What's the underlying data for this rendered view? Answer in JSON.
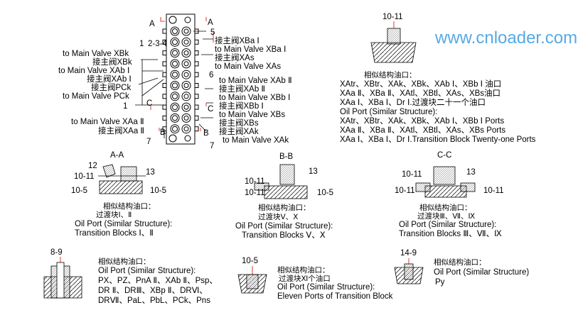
{
  "main_diagram": {
    "labels_left": [
      "to Main Valve XBk",
      "接主阀XBk",
      "to Main Valve XAb Ⅰ",
      "接主阀XAb Ⅰ",
      "接主阀PCk",
      "to Main Valve PCk",
      "to Main Valve XAa Ⅱ",
      "接主阀XAa Ⅱ"
    ],
    "labels_right": [
      "接主阀XBa Ⅰ",
      "to Main Valve XBa Ⅰ",
      "接主阀XAs",
      "to Main Valve XAs",
      "to Main Valve XAb Ⅱ",
      "接主阀XAb Ⅱ",
      "to Main Valve XBb Ⅰ",
      "接主阀XBb Ⅰ",
      "to Main Valve XBs",
      "接主阀XBs",
      "接主阀XAk",
      "to Main Valve XAk"
    ],
    "callouts": {
      "A": "A",
      "B": "B",
      "C": "C",
      "n1": "1",
      "n2": "2",
      "n3": "3",
      "n4": "4",
      "n234": "2-3-4",
      "n5": "5",
      "n6": "6",
      "n7": "7"
    }
  },
  "detail_10_11": {
    "label": "10-11",
    "cn_title": "相似结构油口：",
    "cn_lines": [
      "XAtr、XBtr、XAk、XBk、XAb Ⅰ、XBb Ⅰ 油口",
      "XAa Ⅱ、XBa Ⅱ、XAtl、XBtl、XAs、XBs油口",
      "XAa Ⅰ、XBa Ⅰ、Dr Ⅰ.过渡块二十一个油口"
    ],
    "en_title": "Oil Port (Similar Structure):",
    "en_lines": [
      "XAtr、XBtr、XAk、XBk、XAb Ⅰ、XBb Ⅰ  Ports",
      "XAa Ⅱ、XBa Ⅱ、XAtl、XBtl、XAs、XBs Ports",
      "XAa Ⅰ、XBa Ⅰ、Dr Ⅰ.Transition Block Twenty-one Ports"
    ]
  },
  "section_aa": {
    "title": "A-A",
    "l12": "12",
    "l1011": "10-11",
    "l13": "13",
    "l105a": "10-5",
    "l105b": "10-5",
    "cn1": "相似结构油口：",
    "cn2": "过渡块Ⅰ、Ⅱ",
    "en1": "Oil Port (Similar Structure):",
    "en2": "Transition Blocks  Ⅰ、Ⅱ"
  },
  "section_bb": {
    "title": "B-B",
    "l1011a": "10-11",
    "l1011b": "10-11",
    "l13": "13",
    "l105": "10-5",
    "cn1": "相似结构油口：",
    "cn2": "过渡块Ⅴ、Ⅹ",
    "en1": "Oil Port (Similar Structure):",
    "en2": "Transition Blocks  Ⅴ、Ⅹ"
  },
  "section_cc": {
    "title": "C-C",
    "l1011a": "10-11",
    "l1011b": "10-11",
    "l1011c": "10-11",
    "l13": "13",
    "cn1": "相似结构油口：",
    "cn2": "过渡块Ⅲ、Ⅶ、Ⅸ",
    "en1": "Oil Port (Similar Structure):",
    "en2": "Transition Blocks Ⅲ、Ⅶ、Ⅸ"
  },
  "detail_8_9": {
    "label": "8-9",
    "cn1": "相似结构油口：",
    "en1": "Oil Port (Similar Structure):",
    "lines": [
      "PX、PZ、PnA Ⅱ、XAb Ⅱ、Psp、",
      "DR Ⅱ、DRⅢ、XBp Ⅱ、DRⅥ、",
      "DRⅦ、PaL、PbL、PCk、Pns"
    ]
  },
  "detail_10_5": {
    "label": "10-5",
    "cn1": "相似结构油口：",
    "cn2": "过渡块Ⅺ个油口",
    "en1": "Oil Port (Similar Structure):",
    "en2": "Eleven Ports of Transition Block"
  },
  "detail_14_9": {
    "label": "14-9",
    "cn1": "相似结构油口：",
    "en1": "Oil Port (Similar Structure)",
    "en2": "Py"
  },
  "watermark": "www.cnloader.com"
}
